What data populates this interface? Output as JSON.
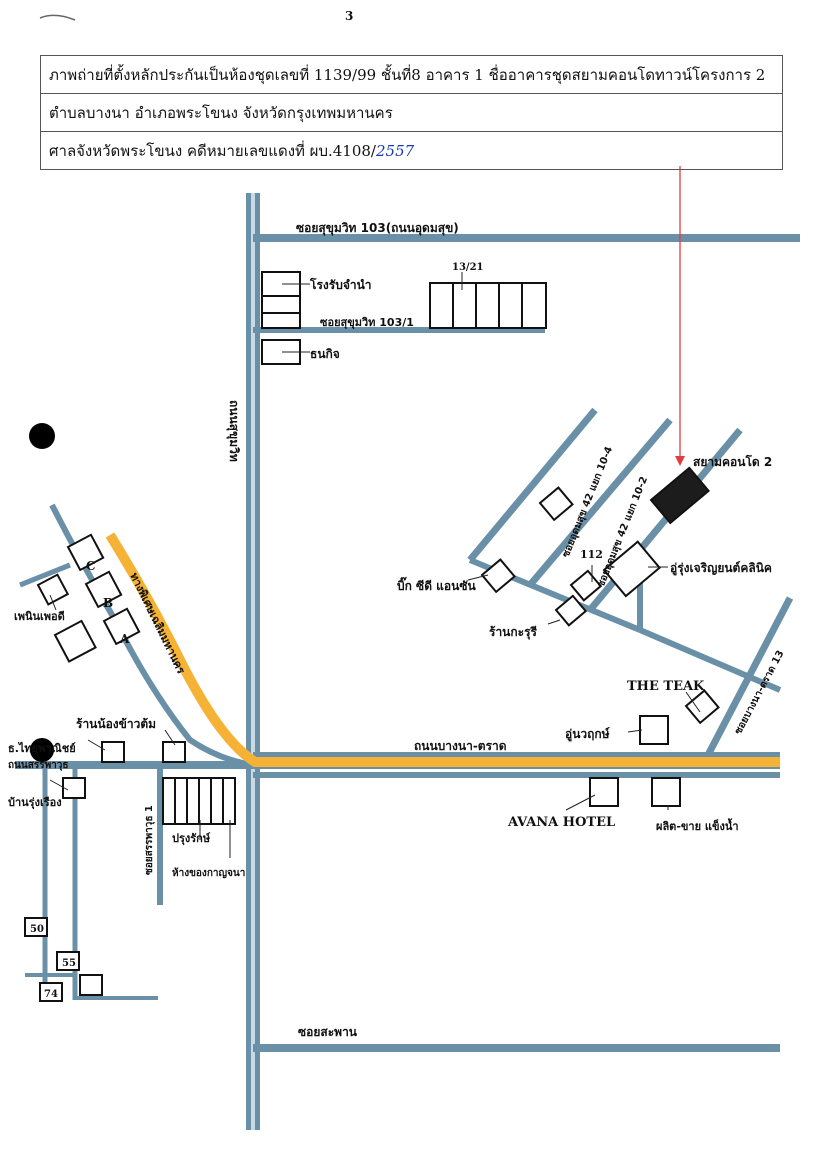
{
  "page_mark": "3",
  "header": {
    "line1": "ภาพถ่ายที่ตั้งหลักประกันเป็นห้องชุดเลขที่ 1139/99 ชั้นที่8 อาคาร 1 ชื่ออาคารชุดสยามคอนโดทาวน์โครงการ 2",
    "line2": "ตำบลบางนา อำเภอพระโขนง  จังหวัดกรุงเทพมหานคร",
    "line3_prefix": "ศาลจังหวัดพระโขนง คดีหมายเลขแดงที่  ผบ.4108/",
    "line3_handwritten": "2557"
  },
  "roads": {
    "sukhumvit103": "ซอยสุขุมวิท 103(ถนนอุดมสุข)",
    "sukhumvit103_1": "ซอยสุขุมวิท 103/1",
    "vertical_main": "ถนนสุขุมวิท",
    "bangna_trat": "ถนนบางนา-ตราด",
    "expressway": "ทางพิเศษเฉลิมมหานคร",
    "udomsuk42_4": "ซอยอุดมสุข 42 แยก 10-4",
    "udomsuk42_2": "ซอยอุดมสุข 42 แยก 10-2",
    "bangna_trat13": "ซอยบางนา-ตราด 13",
    "soi_sanphawut1": "ซอยสรรพาวุธ 1",
    "soi_bottom": "ซอยสะพาน",
    "sanphawut_road": "ถนนสรรพาวุธ"
  },
  "places": {
    "warehouse": "โรงรับจำนำ",
    "num_13_21": "13/21",
    "bank": "ธนกิจ",
    "siam_condo": "สยามคอนโด 2",
    "big_c": "บิ๊ก ซีดี แอนซัน",
    "shop_rasuri": "ร้านกะรุรี",
    "num_112": "112",
    "garage": "อู่รุ่งเจริญยนต์คลินิค",
    "the_teak": "THE TEAK",
    "uwutt": "อู่นวฤกษ์",
    "avana": "AVANA HOTEL",
    "phalit": "ผลิต-ขาย แข็งน้ำ",
    "phucharoen": "เพนินเพอดี",
    "bldg_c": "C",
    "bldg_b": "B",
    "bldg_a": "A",
    "shop_noodle": "ร้านน้องข้าวต้ม",
    "bank_left": "ธ.ไทยพาณิชย์",
    "rungruang": "บ้านรุ่งเรือง",
    "prung": "ปรุงรักษ์",
    "dept": "ห้างของกาญจนา",
    "n50": "50",
    "n55": "55",
    "n74": "74"
  },
  "colors": {
    "road": "#6a90a8",
    "expressway": "#f5b235",
    "pointer": "#e23c3c",
    "target": "#1c1c1c",
    "handwriting": "#1a3ab8"
  }
}
